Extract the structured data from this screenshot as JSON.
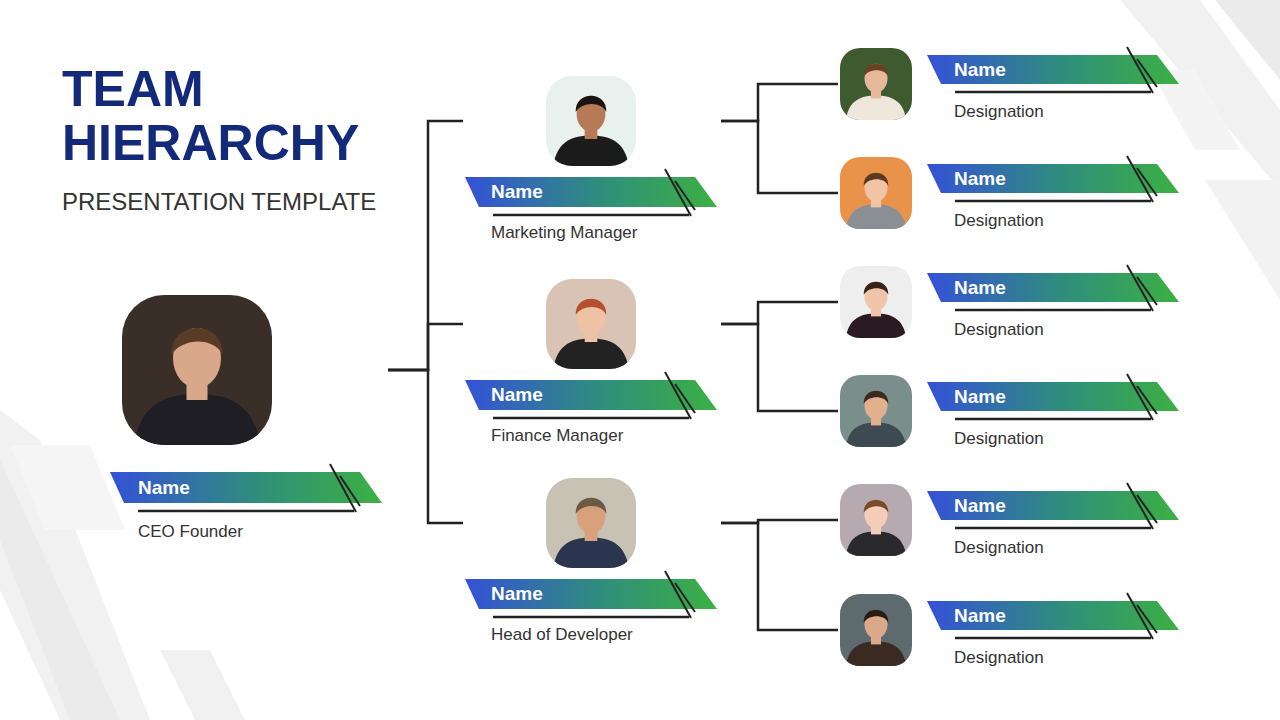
{
  "diagram": {
    "title": "TEAM HIERARCHY",
    "nodes": [
      {
        "text": [
          "Name",
          "CEO Founder"
        ]
      },
      {
        "text": [
          "Name",
          "Marketing Manager"
        ]
      },
      {
        "text": [
          "Name",
          "Finance Manager"
        ]
      },
      {
        "text": [
          "Name",
          "Head of Developer"
        ]
      },
      {
        "text": [
          "Name",
          "Designation"
        ]
      },
      {
        "text": [
          "Name",
          "Designation"
        ]
      },
      {
        "text": [
          "Name",
          "Designation"
        ]
      },
      {
        "text": [
          "Name",
          "Designation"
        ]
      },
      {
        "text": [
          "Name",
          "Designation"
        ]
      },
      {
        "text": [
          "Name",
          "Designation"
        ]
      }
    ],
    "edges": [
      {
        "from": 0,
        "to": 1,
        "arrow": "none"
      },
      {
        "from": 0,
        "to": 2,
        "arrow": "none"
      },
      {
        "from": 0,
        "to": 3,
        "arrow": "none"
      },
      {
        "from": 1,
        "to": 4,
        "arrow": "none"
      },
      {
        "from": 1,
        "to": 5,
        "arrow": "none"
      },
      {
        "from": 2,
        "to": 6,
        "arrow": "none"
      },
      {
        "from": 2,
        "to": 7,
        "arrow": "none"
      },
      {
        "from": 3,
        "to": 8,
        "arrow": "none"
      },
      {
        "from": 3,
        "to": 9,
        "arrow": "none"
      }
    ],
    "labels": [
      "PRESENTATION TEMPLATE"
    ]
  }
}
